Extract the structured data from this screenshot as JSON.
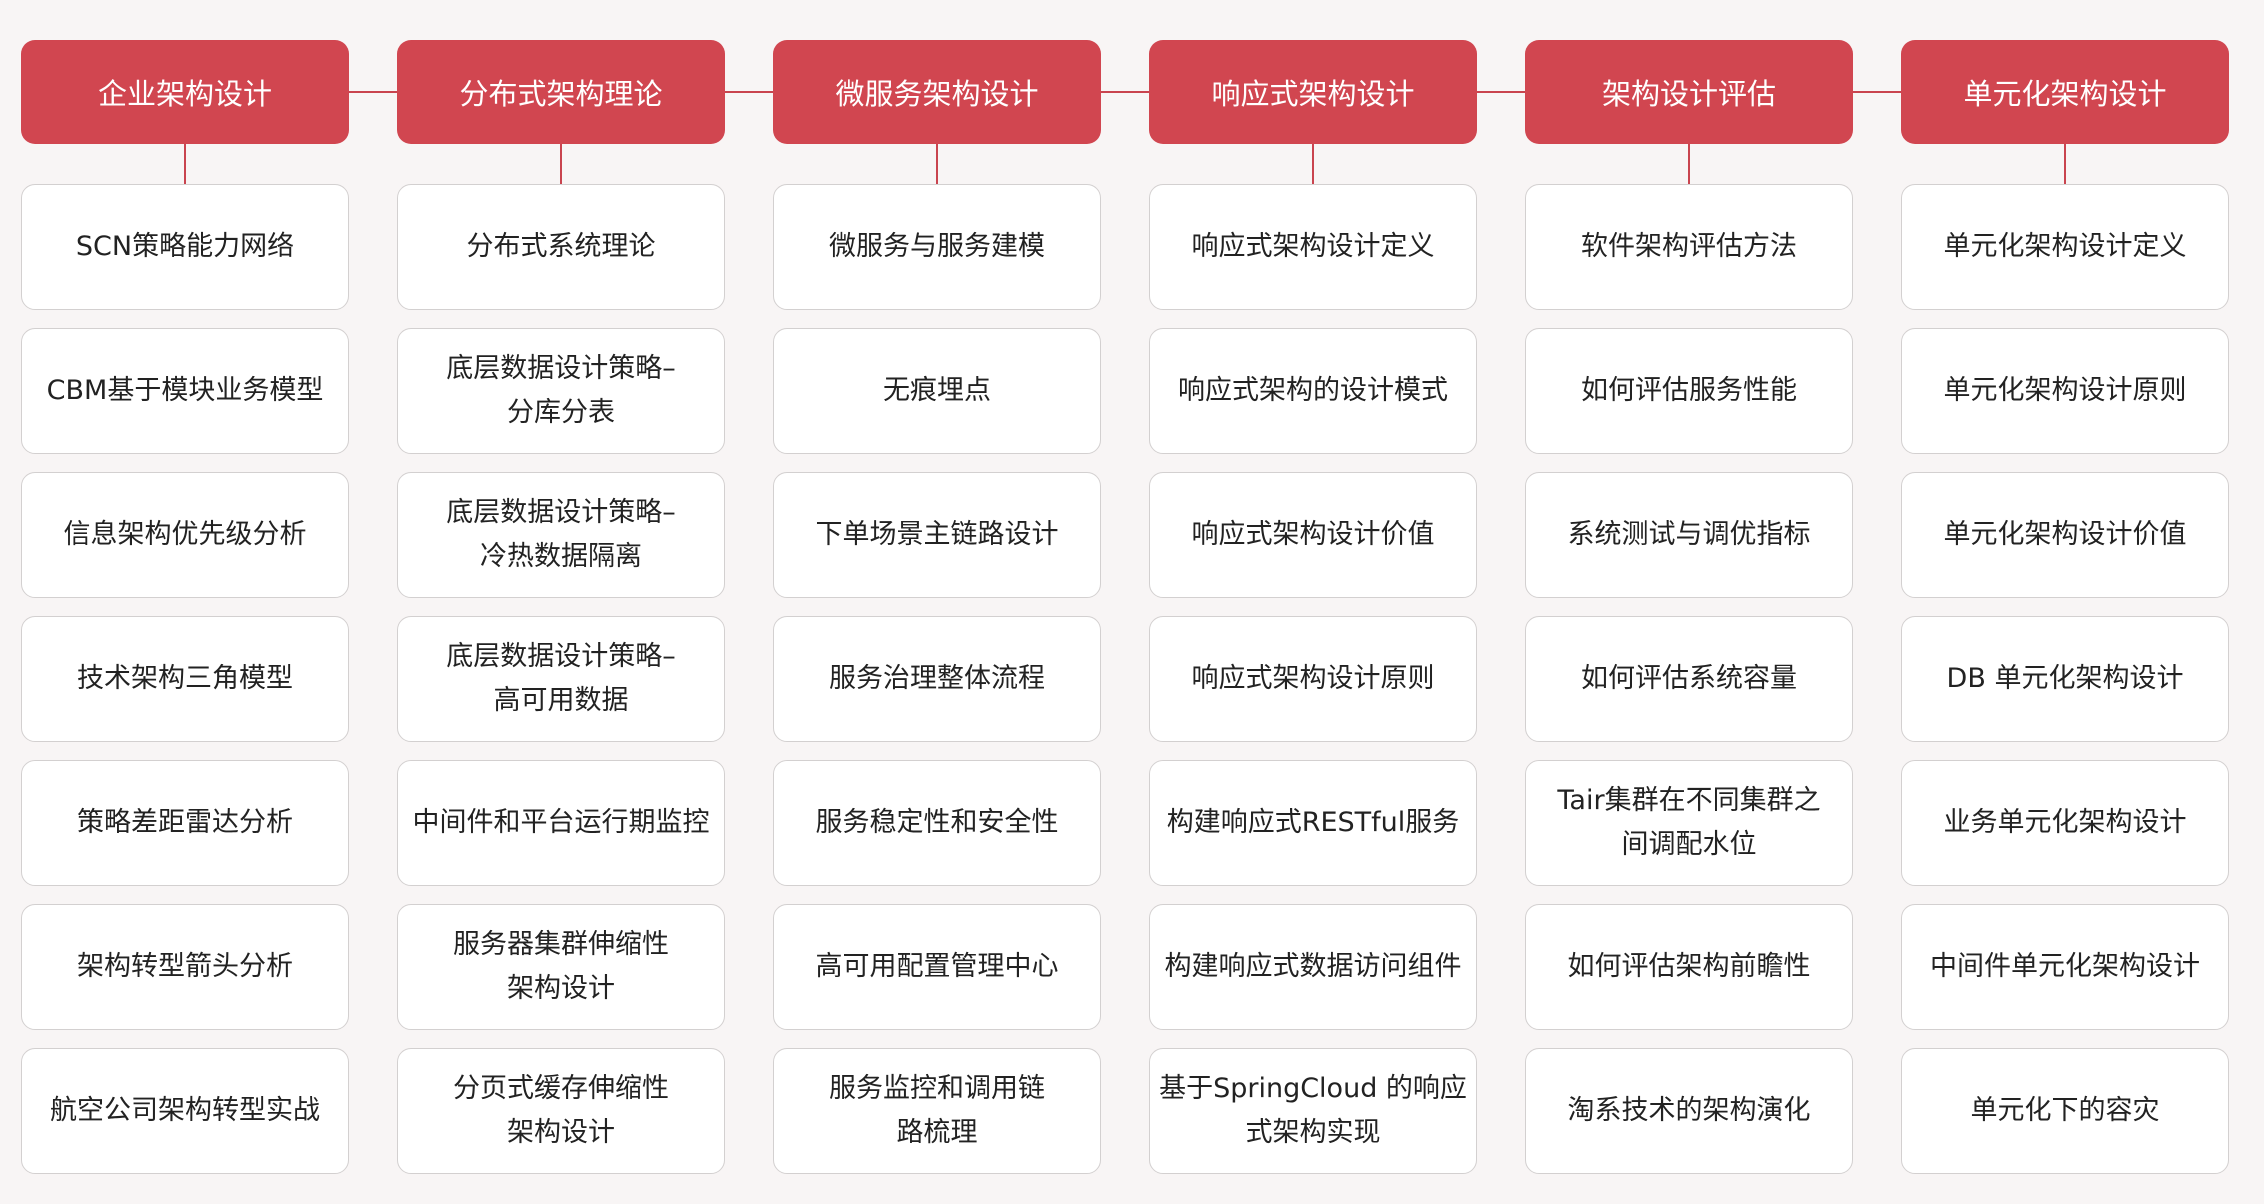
{
  "columns": [
    {
      "header": "企业架构设计",
      "items": [
        "SCN策略能力网络",
        "CBM基于模块业务模型",
        "信息架构优先级分析",
        "技术架构三角模型",
        "策略差距雷达分析",
        "架构转型箭头分析",
        "航空公司架构转型实战"
      ]
    },
    {
      "header": "分布式架构理论",
      "items": [
        "分布式系统理论",
        "底层数据设计策略–\n分库分表",
        "底层数据设计策略–\n冷热数据隔离",
        "底层数据设计策略–\n高可用数据",
        "中间件和平台运行期监控",
        "服务器集群伸缩性\n架构设计",
        "分页式缓存伸缩性\n架构设计"
      ]
    },
    {
      "header": "微服务架构设计",
      "items": [
        "微服务与服务建模",
        "无痕埋点",
        "下单场景主链路设计",
        "服务治理整体流程",
        "服务稳定性和安全性",
        "高可用配置管理中心",
        "服务监控和调用链\n路梳理"
      ]
    },
    {
      "header": "响应式架构设计",
      "items": [
        "响应式架构设计定义",
        "响应式架构的设计模式",
        "响应式架构设计价值",
        "响应式架构设计原则",
        "构建响应式RESTful服务",
        "构建响应式数据访问组件",
        "基于SpringCloud 的响应\n式架构实现"
      ]
    },
    {
      "header": "架构设计评估",
      "items": [
        "软件架构评估方法",
        "如何评估服务性能",
        "系统测试与调优指标",
        "如何评估系统容量",
        "Tair集群在不同集群之\n间调配水位",
        "如何评估架构前瞻性",
        "淘系技术的架构演化"
      ]
    },
    {
      "header": "单元化架构设计",
      "items": [
        "单元化架构设计定义",
        "单元化架构设计原则",
        "单元化架构设计价值",
        "DB 单元化架构设计",
        "业务单元化架构设计",
        "中间件单元化架构设计",
        "单元化下的容灾"
      ]
    }
  ]
}
